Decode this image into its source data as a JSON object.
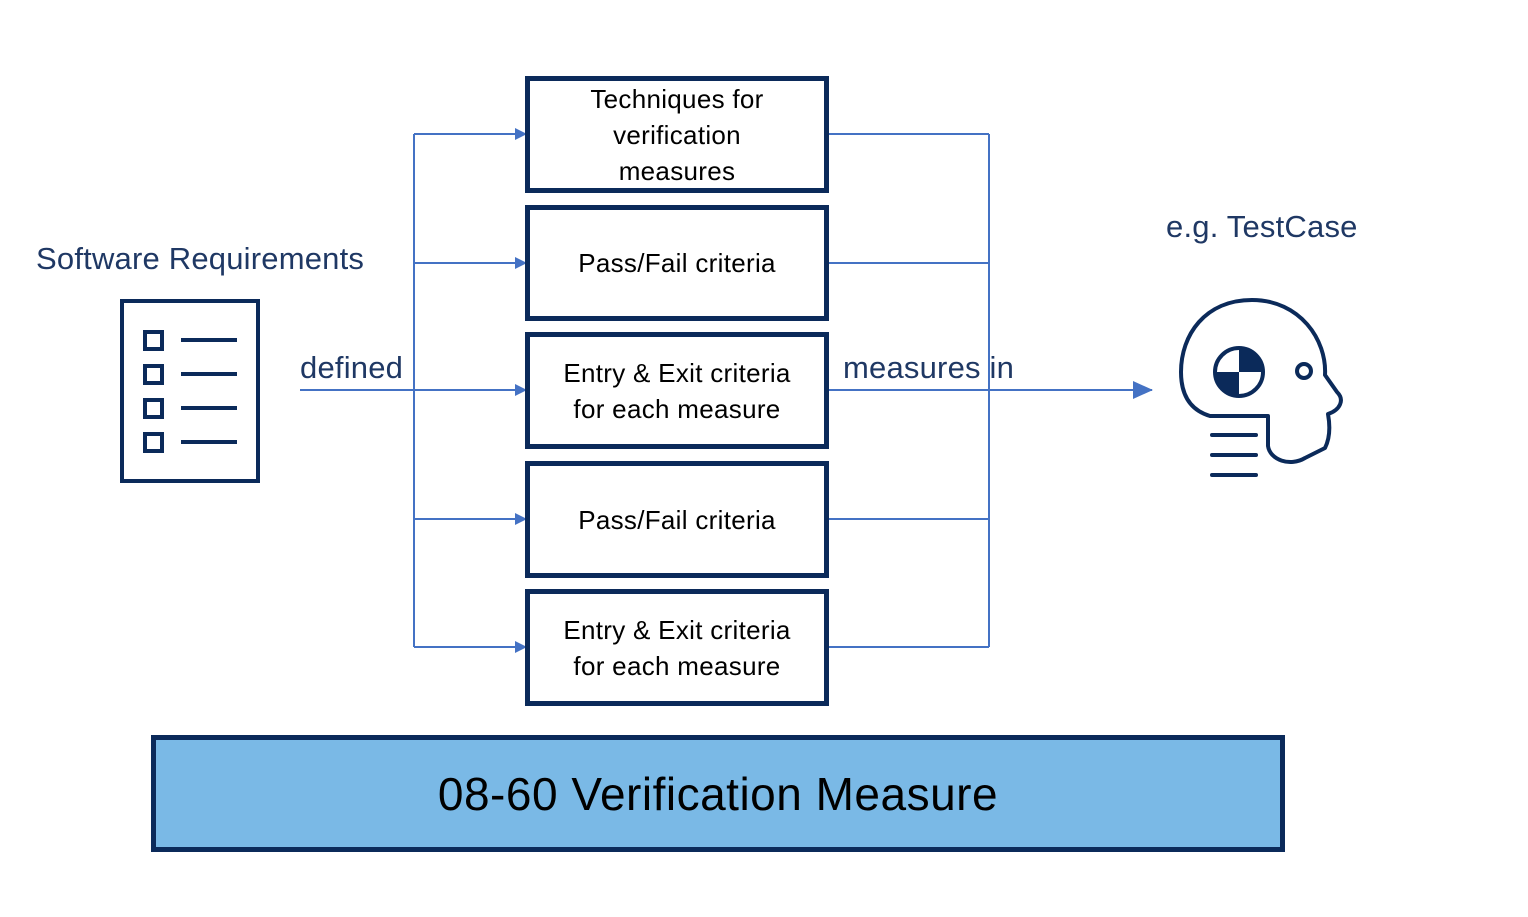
{
  "left": {
    "title": "Software Requirements",
    "edge_label": "defined"
  },
  "boxes": [
    {
      "text": "Techniques for\nverification\nmeasures"
    },
    {
      "text": "Pass/Fail criteria"
    },
    {
      "text": "Entry & Exit criteria\nfor each measure"
    },
    {
      "text": "Pass/Fail criteria"
    },
    {
      "text": "Entry & Exit criteria\nfor each measure"
    }
  ],
  "right": {
    "edge_label": "measures in",
    "title": "e.g. TestCase"
  },
  "banner": {
    "text": "08-60 Verification Measure"
  },
  "colors": {
    "connector": "#4472c4",
    "box_border": "#0b2a5a",
    "label_text": "#1f3864",
    "banner_fill": "#7ab9e6"
  },
  "icons": {
    "requirements": "checklist-icon",
    "testcase": "crash-test-dummy-head-icon"
  }
}
